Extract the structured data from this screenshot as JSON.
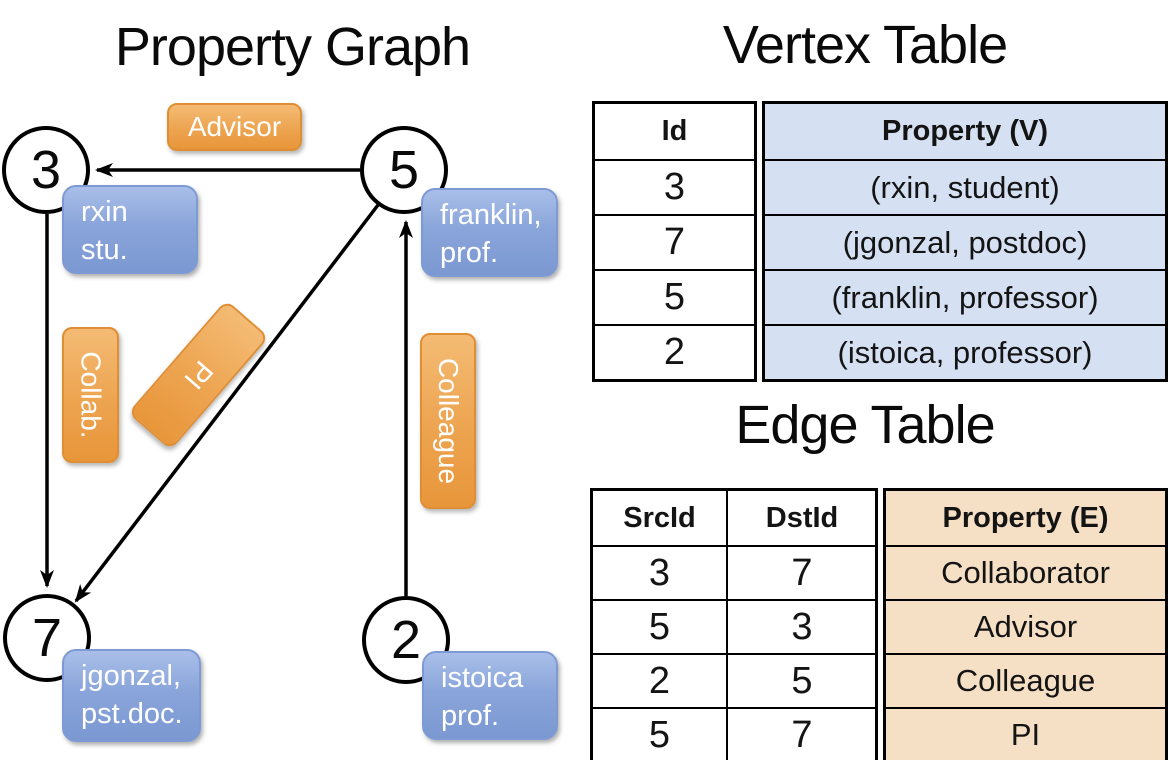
{
  "graph": {
    "title": "Property Graph",
    "nodes": [
      {
        "id": "3",
        "line1": "rxin",
        "line2": "stu."
      },
      {
        "id": "5",
        "line1": "franklin,",
        "line2": "prof."
      },
      {
        "id": "7",
        "line1": "jgonzal,",
        "line2": "pst.doc."
      },
      {
        "id": "2",
        "line1": "istoica",
        "line2": "prof."
      }
    ],
    "edge_labels": {
      "advisor": "Advisor",
      "collab": "Collab.",
      "pi": "PI",
      "colleague": "Colleague"
    }
  },
  "vertex_table": {
    "title": "Vertex Table",
    "headers": {
      "id": "Id",
      "property": "Property (V)"
    },
    "rows": [
      {
        "id": "3",
        "property": "(rxin, student)"
      },
      {
        "id": "7",
        "property": "(jgonzal, postdoc)"
      },
      {
        "id": "5",
        "property": "(franklin, professor)"
      },
      {
        "id": "2",
        "property": "(istoica, professor)"
      }
    ]
  },
  "edge_table": {
    "title": "Edge Table",
    "headers": {
      "src": "SrcId",
      "dst": "DstId",
      "property": "Property (E)"
    },
    "rows": [
      {
        "src": "3",
        "dst": "7",
        "property": "Collaborator"
      },
      {
        "src": "5",
        "dst": "3",
        "property": "Advisor"
      },
      {
        "src": "2",
        "dst": "5",
        "property": "Colleague"
      },
      {
        "src": "5",
        "dst": "7",
        "property": "PI"
      }
    ]
  },
  "colors": {
    "vertex_property_fill": "#d5e0f2",
    "edge_property_fill": "#f5dfc5",
    "node_property_box": "#8aa5da",
    "edge_label_box": "#eda450",
    "line": "#000000",
    "background": "#ffffff"
  }
}
